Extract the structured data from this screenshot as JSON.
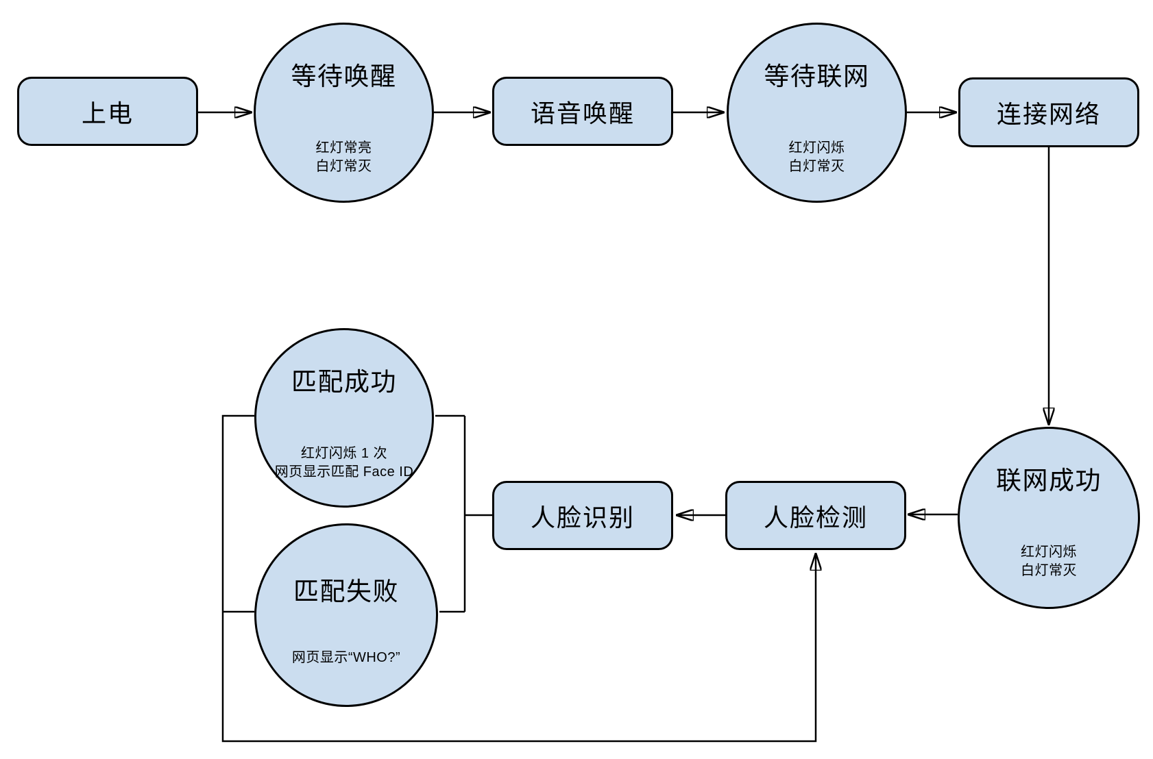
{
  "diagram": {
    "type": "flowchart",
    "background": "#FFFFFF"
  },
  "colors": {
    "node_fill": "#CBDDEF",
    "node_stroke": "#000000",
    "connector": "#000000",
    "background": "#FFFFFF"
  },
  "nodes": {
    "power_on": {
      "shape": "rounded-rect",
      "label": "上电"
    },
    "wait_wake": {
      "shape": "circle",
      "title": "等待唤醒",
      "status": [
        "红灯常亮",
        "白灯常灭"
      ]
    },
    "voice_wake": {
      "shape": "rounded-rect",
      "label": "语音唤醒"
    },
    "wait_network": {
      "shape": "circle",
      "title": "等待联网",
      "status": [
        "红灯闪烁",
        "白灯常灭"
      ]
    },
    "connect_network": {
      "shape": "rounded-rect",
      "label": "连接网络"
    },
    "network_success": {
      "shape": "circle",
      "title": "联网成功",
      "status": [
        "红灯闪烁",
        "白灯常灭"
      ]
    },
    "face_detect": {
      "shape": "rounded-rect",
      "label": "人脸检测"
    },
    "face_recognize": {
      "shape": "rounded-rect",
      "label": "人脸识别"
    },
    "match_success": {
      "shape": "circle",
      "title": "匹配成功",
      "status": [
        "红灯闪烁 1 次",
        "网页显示匹配 Face ID"
      ]
    },
    "match_fail": {
      "shape": "circle",
      "title": "匹配失败",
      "status": [
        "网页显示“WHO?”"
      ]
    }
  },
  "edges": [
    {
      "from": "上电",
      "to": "等待唤醒",
      "style": "arrow"
    },
    {
      "from": "等待唤醒",
      "to": "语音唤醒",
      "style": "arrow"
    },
    {
      "from": "语音唤醒",
      "to": "等待联网",
      "style": "arrow"
    },
    {
      "from": "等待联网",
      "to": "连接网络",
      "style": "arrow"
    },
    {
      "from": "连接网络",
      "to": "联网成功",
      "style": "arrow"
    },
    {
      "from": "联网成功",
      "to": "人脸检测",
      "style": "arrow"
    },
    {
      "from": "人脸检测",
      "to": "人脸识别",
      "style": "arrow"
    },
    {
      "from": "人脸识别",
      "to": "匹配成功",
      "style": "line"
    },
    {
      "from": "人脸识别",
      "to": "匹配失败",
      "style": "line"
    },
    {
      "from": "匹配成功",
      "to": "人脸检测",
      "style": "arrow-loop"
    },
    {
      "from": "匹配失败",
      "to": "人脸检测",
      "style": "arrow-loop"
    }
  ]
}
